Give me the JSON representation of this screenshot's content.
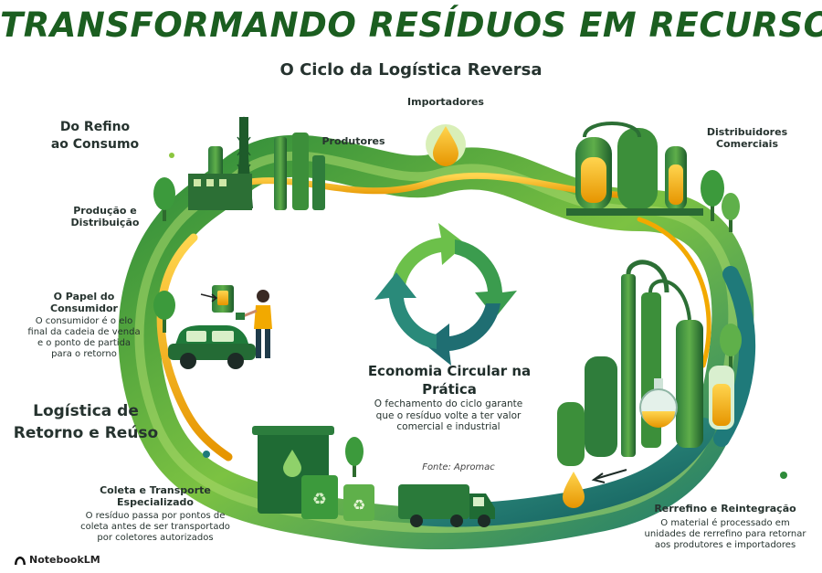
{
  "header": {
    "title": "TRANSFORMANDO RESÍDUOS EM RECURSOS",
    "subtitle": "O Ciclo da Logística Reversa"
  },
  "labels": {
    "importadores": "Importadores",
    "produtores": "Produtores",
    "distribuidores_1": "Distribuidores",
    "distribuidores_2": "Comerciais",
    "refino_1": "Do Refino",
    "refino_2": "ao Consumo",
    "producao_1": "Produção e",
    "producao_2": "Distribuição",
    "consumidor_head_1": "O Papel do",
    "consumidor_head_2": "Consumidor",
    "consumidor_desc_1": "O consumidor é o elo",
    "consumidor_desc_2": "final da cadeia de venda",
    "consumidor_desc_3": "e o ponto de partida",
    "consumidor_desc_4": "para o retorno",
    "retorno_1": "Logística de",
    "retorno_2": "Retorno e Reúso",
    "coleta_head_1": "Coleta e Transporte",
    "coleta_head_2": "Especializado",
    "coleta_desc_1": "O resíduo passa por pontos de",
    "coleta_desc_2": "coleta antes de ser transportado",
    "coleta_desc_3": "por coletores autorizados",
    "rerrefino_head": "Rerrefino e Reintegração",
    "rerrefino_desc_1": "O material é processado em",
    "rerrefino_desc_2": "unidades de rerrefino para retornar",
    "rerrefino_desc_3": "aos produtores e importadores"
  },
  "center": {
    "title_1": "Economia Circular na",
    "title_2": "Prática",
    "desc_1": "O fechamento do ciclo garante",
    "desc_2": "que o resíduo volte a ter valor",
    "desc_3": "comercial e industrial",
    "source": "Fonte: Apromac"
  },
  "footer": {
    "brand": "NotebookLM"
  },
  "colors": {
    "title_green": "#1b5e20",
    "dark_green": "#1e6b34",
    "mid_green": "#3f9a3a",
    "light_green": "#8cc63f",
    "teal": "#1f7a7a",
    "oil_yellow": "#f2a900"
  },
  "icons": [
    "recycle-arrows-icon",
    "oil-drop-icon",
    "refinery-icon",
    "car-icon",
    "truck-icon",
    "recycle-bin-icon",
    "flask-icon",
    "tree-icon",
    "notebooklm-logo-icon"
  ]
}
